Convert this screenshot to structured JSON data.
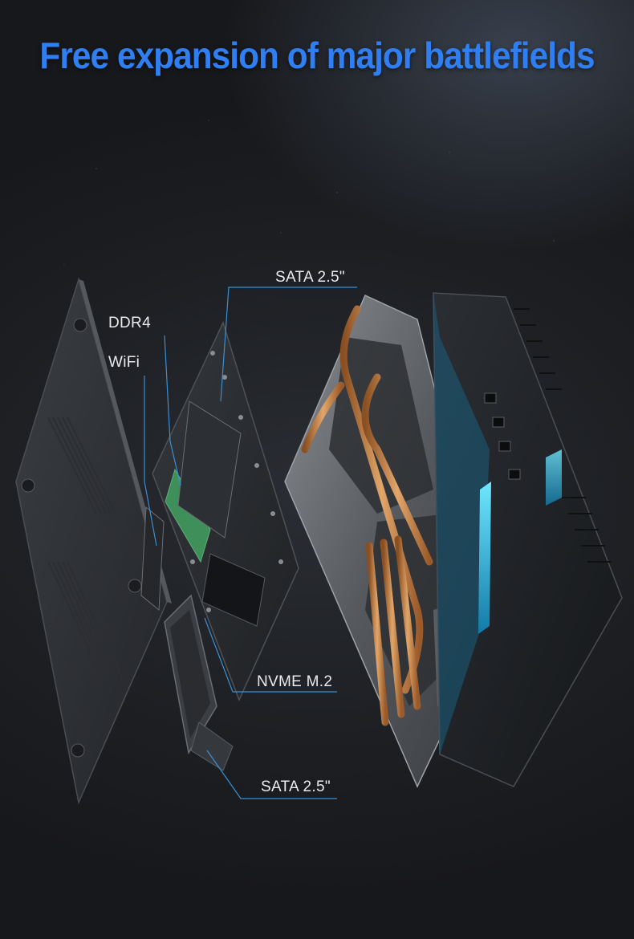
{
  "title": "Free expansion of major battlefields",
  "callouts": {
    "sata_top": "SATA 2.5\"",
    "ddr4": "DDR4",
    "wifi": "WiFi",
    "nvme": "NVME M.2",
    "sata_bottom": "SATA 2.5\""
  },
  "colors": {
    "title": "#2f7ff3",
    "accent_glow": "#3fd0ff",
    "heatpipe": "#c98a4e",
    "background": "#1c1e22"
  }
}
